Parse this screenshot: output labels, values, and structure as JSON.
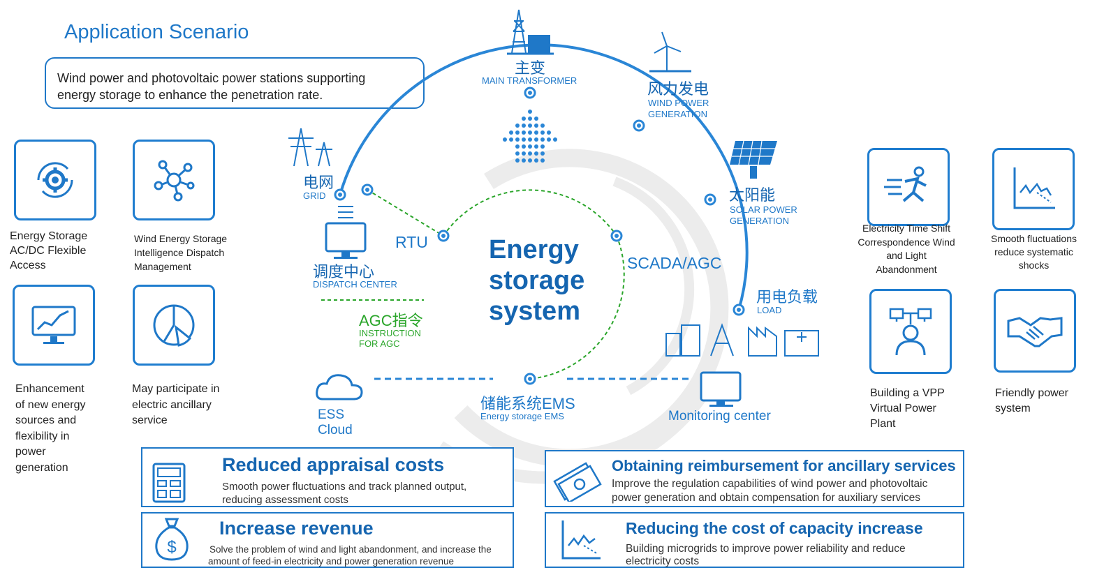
{
  "header": {
    "title": "Application Scenario",
    "subtitle": "Wind power and photovoltaic power stations supporting energy storage to enhance the penetration rate."
  },
  "left_cards": [
    {
      "icon": "gear-cycle-icon",
      "caption": "Energy Storage AC/DC Flexible Access"
    },
    {
      "icon": "network-hub-icon",
      "caption": "Wind Energy Storage Intelligence Dispatch Management"
    },
    {
      "icon": "line-chart-monitor-icon",
      "caption": "Enhancement of new energy sources and flexibility in power generation"
    },
    {
      "icon": "pie-chart-icon",
      "caption": "May participate in electric ancillary service"
    }
  ],
  "right_cards": [
    {
      "icon": "running-person-icon",
      "caption": "Electricity Time Shift Correspondence Wind and Light Abandonment"
    },
    {
      "icon": "fluctuation-chart-icon",
      "caption": "Smooth fluctuations reduce systematic shocks"
    },
    {
      "icon": "vpp-network-icon",
      "caption": "Building a VPP Virtual Power Plant"
    },
    {
      "icon": "handshake-icon",
      "caption": "Friendly power system"
    }
  ],
  "center": {
    "title_line1": "Energy",
    "title_line2": "storage",
    "title_line3": "system"
  },
  "nodes": {
    "main_transformer": {
      "cn": "主变",
      "en": "MAIN TRANSFORMER"
    },
    "wind_power": {
      "cn": "风力发电",
      "en1": "WIND POWER",
      "en2": "GENERATION"
    },
    "solar_power": {
      "cn": "太阳能",
      "en1": "SOLAR POWER",
      "en2": "GENERATION"
    },
    "load": {
      "cn": "用电负载",
      "en": "LOAD"
    },
    "grid": {
      "cn": "电网",
      "en": "GRID"
    },
    "rtu": "RTU",
    "scada": "SCADA/AGC",
    "dispatch": {
      "cn": "调度中心",
      "en": "DISPATCH CENTER"
    },
    "agc": {
      "cn": "AGC指令",
      "en1": "INSTRUCTION",
      "en2": "FOR AGC"
    },
    "ems": {
      "cn": "储能系统EMS",
      "en": "Energy storage EMS"
    },
    "cloud": {
      "line1": "ESS",
      "line2": "Cloud"
    },
    "monitoring": "Monitoring center"
  },
  "benefits": [
    {
      "title": "Reduced appraisal costs",
      "desc1": "Smooth power fluctuations and track planned output,",
      "desc2": "reducing assessment costs",
      "icon": "calculator-icon"
    },
    {
      "title": "Increase revenue",
      "desc1": "Solve the problem of wind and light abandonment, and increase the",
      "desc2": "amount of feed-in electricity and power generation revenue",
      "icon": "money-bag-icon"
    },
    {
      "title": "Obtaining reimbursement for ancillary services",
      "desc1": "Improve the regulation capabilities of wind power and photovoltaic",
      "desc2": "power generation and obtain compensation for auxiliary services",
      "icon": "banknotes-icon"
    },
    {
      "title": "Reducing the cost of capacity increase",
      "desc1": "Building microgrids to improve power reliability and reduce",
      "desc2": "electricity costs",
      "icon": "trend-chart-icon"
    }
  ],
  "colors": {
    "primary": "#1f78c8",
    "dark": "#1565b0",
    "green": "#2aa52a",
    "ring": "#e6e6e6"
  }
}
